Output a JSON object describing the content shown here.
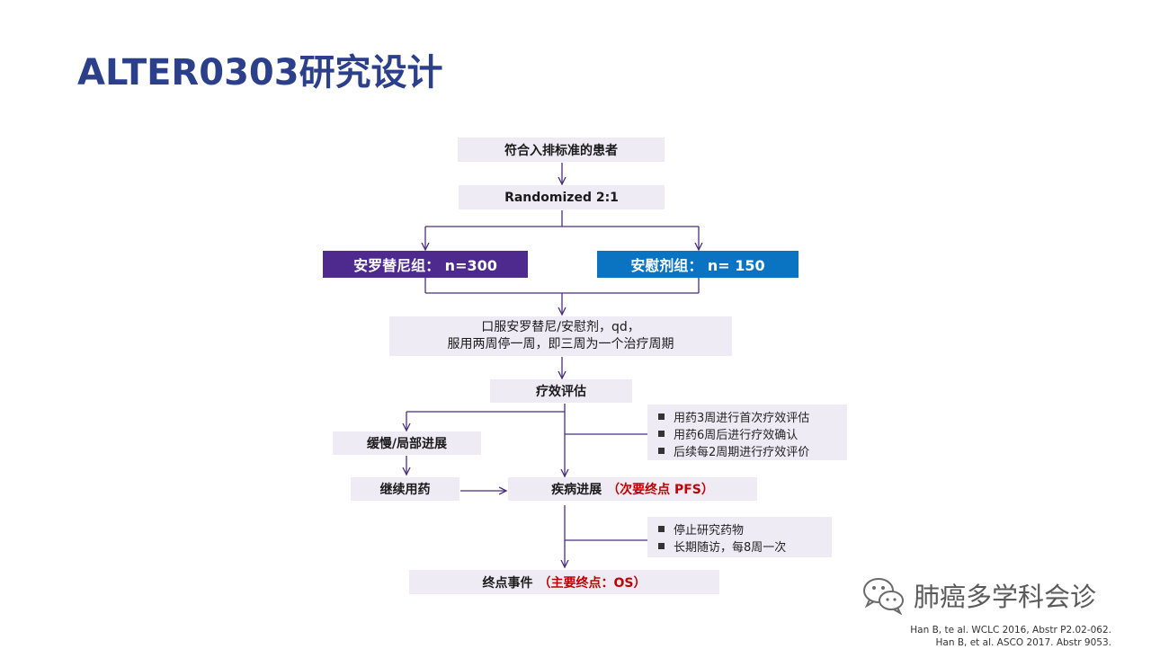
{
  "title": "ALTER0303研究设计",
  "flow": {
    "eligible": "符合入排标准的患者",
    "randomized": "Randomized  2:1",
    "arm_anlotinib": "安罗替尼组：  n=300",
    "arm_placebo": "安慰剂组：  n= 150",
    "dosing_line1": "口服安罗替尼/安慰剂，qd，",
    "dosing_line2": "服用两周停一周，即三周为一个治疗周期",
    "efficacy": "疗效评估",
    "slow_progress": "缓慢/局部进展",
    "continue_drug": "继续用药",
    "progression": "疾病进展",
    "progression_note": "（次要终点 PFS）",
    "endpoint": "终点事件",
    "endpoint_note": "（主要终点：OS）"
  },
  "notes_eval": [
    "用药3周进行首次疗效评估",
    "用药6周后进行疗效确认",
    "后续每2周期进行疗效评价"
  ],
  "notes_progress": [
    "停止研究药物",
    "长期随访，每8周一次"
  ],
  "colors": {
    "title": "#2b3f8a",
    "box_bg": "#efebf5",
    "arm_anlotinib": "#4e2a8e",
    "arm_placebo": "#0b74c2",
    "arrow": "#4a2d7f",
    "endpoint_text": "#c00000"
  },
  "watermark": "肺癌多学科会诊",
  "citation_1": "Han B, te al. WCLC 2016,  Abstr P2.02-062.",
  "citation_2": "Han B, et al. ASCO 2017.  Abstr 9053."
}
